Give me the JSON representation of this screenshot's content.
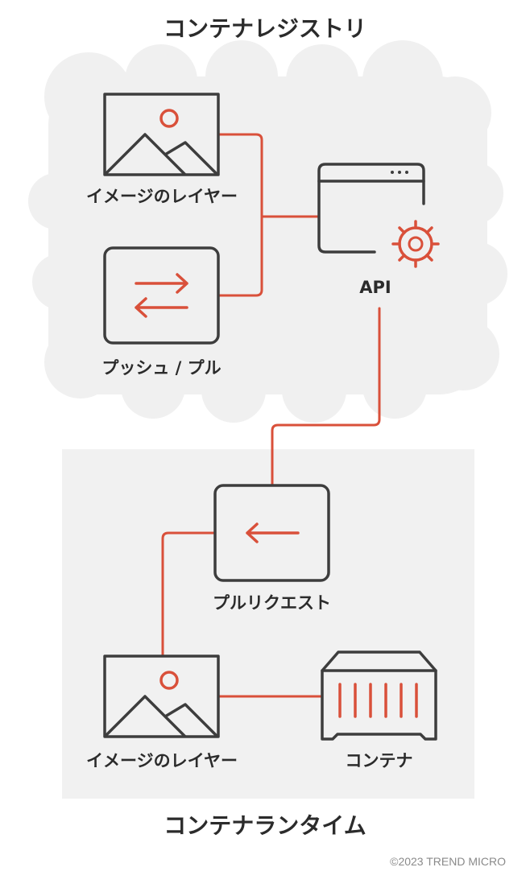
{
  "registry": {
    "title": "コンテナレジストリ",
    "image_layer_label": "イメージのレイヤー",
    "push_pull_label": "プッシュ / プル",
    "api_label": "API"
  },
  "runtime": {
    "title": "コンテナランタイム",
    "pull_request_label": "プルリクエスト",
    "image_layer_label": "イメージのレイヤー",
    "container_label": "コンテナ"
  },
  "footer": {
    "copyright": "©2023 TREND MICRO"
  },
  "colors": {
    "accent": "#d9503a",
    "stroke": "#3d3d3d",
    "panel": "#f1f1f1",
    "cloud": "#f0f0f0"
  }
}
